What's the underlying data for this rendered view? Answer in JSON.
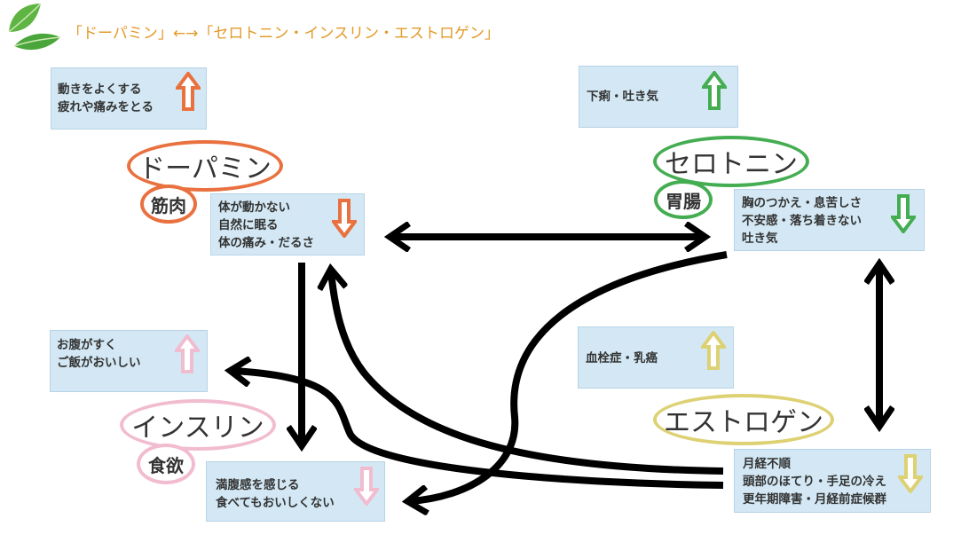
{
  "title": "「ドーパミン」←→「セロトニン・インスリン・エストロゲン」",
  "colors": {
    "title": "#e39a2a",
    "box_bg": "#d3e8f4",
    "dopamine": "#e8713f",
    "serotonin": "#44ad52",
    "insulin": "#f2bcd0",
    "estrogen": "#ddd173",
    "connector": "#000000"
  },
  "hormones": {
    "dopamine": {
      "name": "ドーパミン",
      "organ": "筋肉"
    },
    "serotonin": {
      "name": "セロトニン",
      "organ": "胃腸"
    },
    "insulin": {
      "name": "インスリン",
      "organ": "食欲"
    },
    "estrogen": {
      "name": "エストロゲン"
    }
  },
  "boxes": {
    "dopamine_up": {
      "lines": [
        "動きをよくする",
        "疲れや痛みをとる"
      ],
      "direction": "up",
      "color": "dopamine"
    },
    "dopamine_down": {
      "lines": [
        "体が動かない",
        "自然に眠る",
        "体の痛み・だるさ"
      ],
      "direction": "down",
      "color": "dopamine"
    },
    "serotonin_up": {
      "lines": [
        "下痢・吐き気"
      ],
      "direction": "up",
      "color": "serotonin"
    },
    "serotonin_down": {
      "lines": [
        "胸のつかえ・息苦しさ",
        "不安感・落ち着きない",
        "吐き気"
      ],
      "direction": "down",
      "color": "serotonin"
    },
    "insulin_up": {
      "lines": [
        "お腹がすく",
        "ご飯がおいしい"
      ],
      "direction": "up",
      "color": "insulin"
    },
    "insulin_down": {
      "lines": [
        "満腹感を感じる",
        "食べてもおいしくない"
      ],
      "direction": "down",
      "color": "insulin"
    },
    "estrogen_up": {
      "lines": [
        "血栓症・乳癌"
      ],
      "direction": "up",
      "color": "estrogen"
    },
    "estrogen_down": {
      "lines": [
        "月経不順",
        "頭部のほてり・手足の冷え",
        "更年期障害・月経前症候群"
      ],
      "direction": "down",
      "color": "estrogen"
    }
  },
  "icons": {
    "logo": "green-leaves-icon",
    "up": "outline-up-arrow-icon",
    "down": "outline-down-arrow-icon"
  }
}
